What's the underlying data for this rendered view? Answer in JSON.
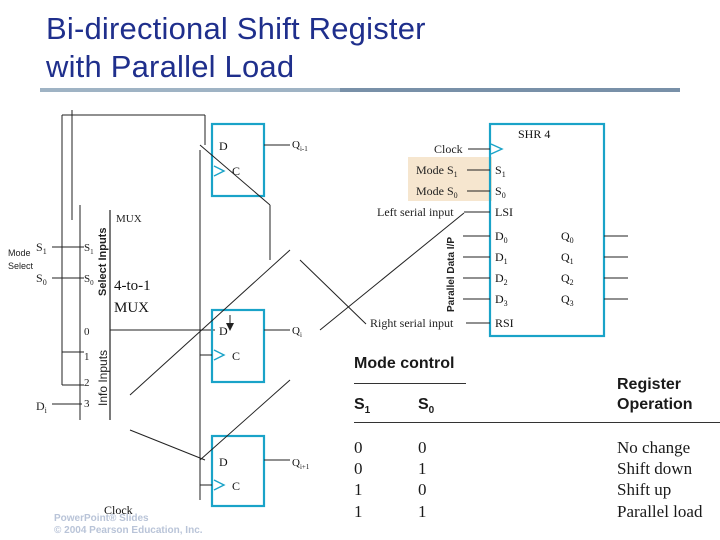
{
  "title": {
    "line1": "Bi-directional Shift Register",
    "line2": "with Parallel Load"
  },
  "diagram": {
    "mode_select": {
      "line1": "Mode",
      "line2": "Select"
    },
    "select_inputs_label": "Select Inputs",
    "info_inputs_label": "Info Inputs",
    "mux": {
      "header": "MUX",
      "s1": "S",
      "s1_sub": "1",
      "s0": "S",
      "s0_sub": "0",
      "line1": "4-to-1",
      "line2": "MUX",
      "inputs": [
        "0",
        "1",
        "2",
        "3"
      ]
    },
    "left_s1": "S",
    "left_s1_sub": "1",
    "left_s0": "S",
    "left_s0_sub": "0",
    "di": "D",
    "di_sub": "i",
    "ff_top": {
      "d": "D",
      "c": "C",
      "q": "Q",
      "q_sub": "i-1"
    },
    "ff_mid": {
      "d": "D",
      "c": "C",
      "q": "Q",
      "q_sub": "i"
    },
    "ff_bot": {
      "d": "D",
      "c": "C",
      "q": "Q",
      "q_sub": "i+1"
    },
    "clock": "Clock",
    "parallel_data_label": "Parallel Data I/P",
    "shr": {
      "name": "SHR 4",
      "clock": "Clock",
      "mode_s1": "Mode S",
      "mode_s1_sub": "1",
      "mode_s0": "Mode S",
      "mode_s0_sub": "0",
      "left_serial": "Left serial input",
      "right_serial": "Right serial input",
      "pin_s1": "S",
      "pin_s1_sub": "1",
      "pin_s0": "S",
      "pin_s0_sub": "0",
      "lsi": "LSI",
      "rsi": "RSI",
      "d": [
        "D",
        "D",
        "D",
        "D"
      ],
      "d_sub": [
        "0",
        "1",
        "2",
        "3"
      ],
      "q": [
        "Q",
        "Q",
        "Q",
        "Q"
      ],
      "q_sub": [
        "0",
        "1",
        "2",
        "3"
      ],
      "highlight_color": "#f6e6cf"
    }
  },
  "mode_control": {
    "heading": "Mode control",
    "col_s1": "S",
    "col_s1_sub": "1",
    "col_s0": "S",
    "col_s0_sub": "0",
    "col_op_line1": "Register",
    "col_op_line2": "Operation",
    "rows": [
      {
        "s1": "0",
        "s0": "0",
        "op": "No change"
      },
      {
        "s1": "0",
        "s0": "1",
        "op": "Shift down"
      },
      {
        "s1": "1",
        "s0": "0",
        "op": "Shift up"
      },
      {
        "s1": "1",
        "s0": "1",
        "op": "Parallel load"
      }
    ]
  },
  "copyright": {
    "line1": "PowerPoint® Slides",
    "line2": "© 2004 Pearson Education, Inc."
  },
  "colors": {
    "title": "#1f2f8c",
    "ff_box": "#1aa3c8",
    "line": "#333333"
  }
}
